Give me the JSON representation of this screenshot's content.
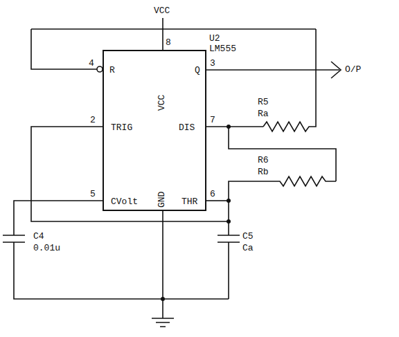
{
  "diagram": {
    "nodes": [
      {
        "text": [
          "U2 LM555",
          "R",
          "Q",
          "TRIG",
          "DIS",
          "CVolt",
          "THR",
          "VCC",
          "GND"
        ]
      }
    ],
    "labels": [
      "VCC",
      "8",
      "4",
      "3",
      "2",
      "7",
      "5",
      "6",
      "O/P",
      "R5",
      "Ra",
      "R6",
      "Rb",
      "C4",
      "0.01u",
      "C5",
      "Ca"
    ]
  }
}
